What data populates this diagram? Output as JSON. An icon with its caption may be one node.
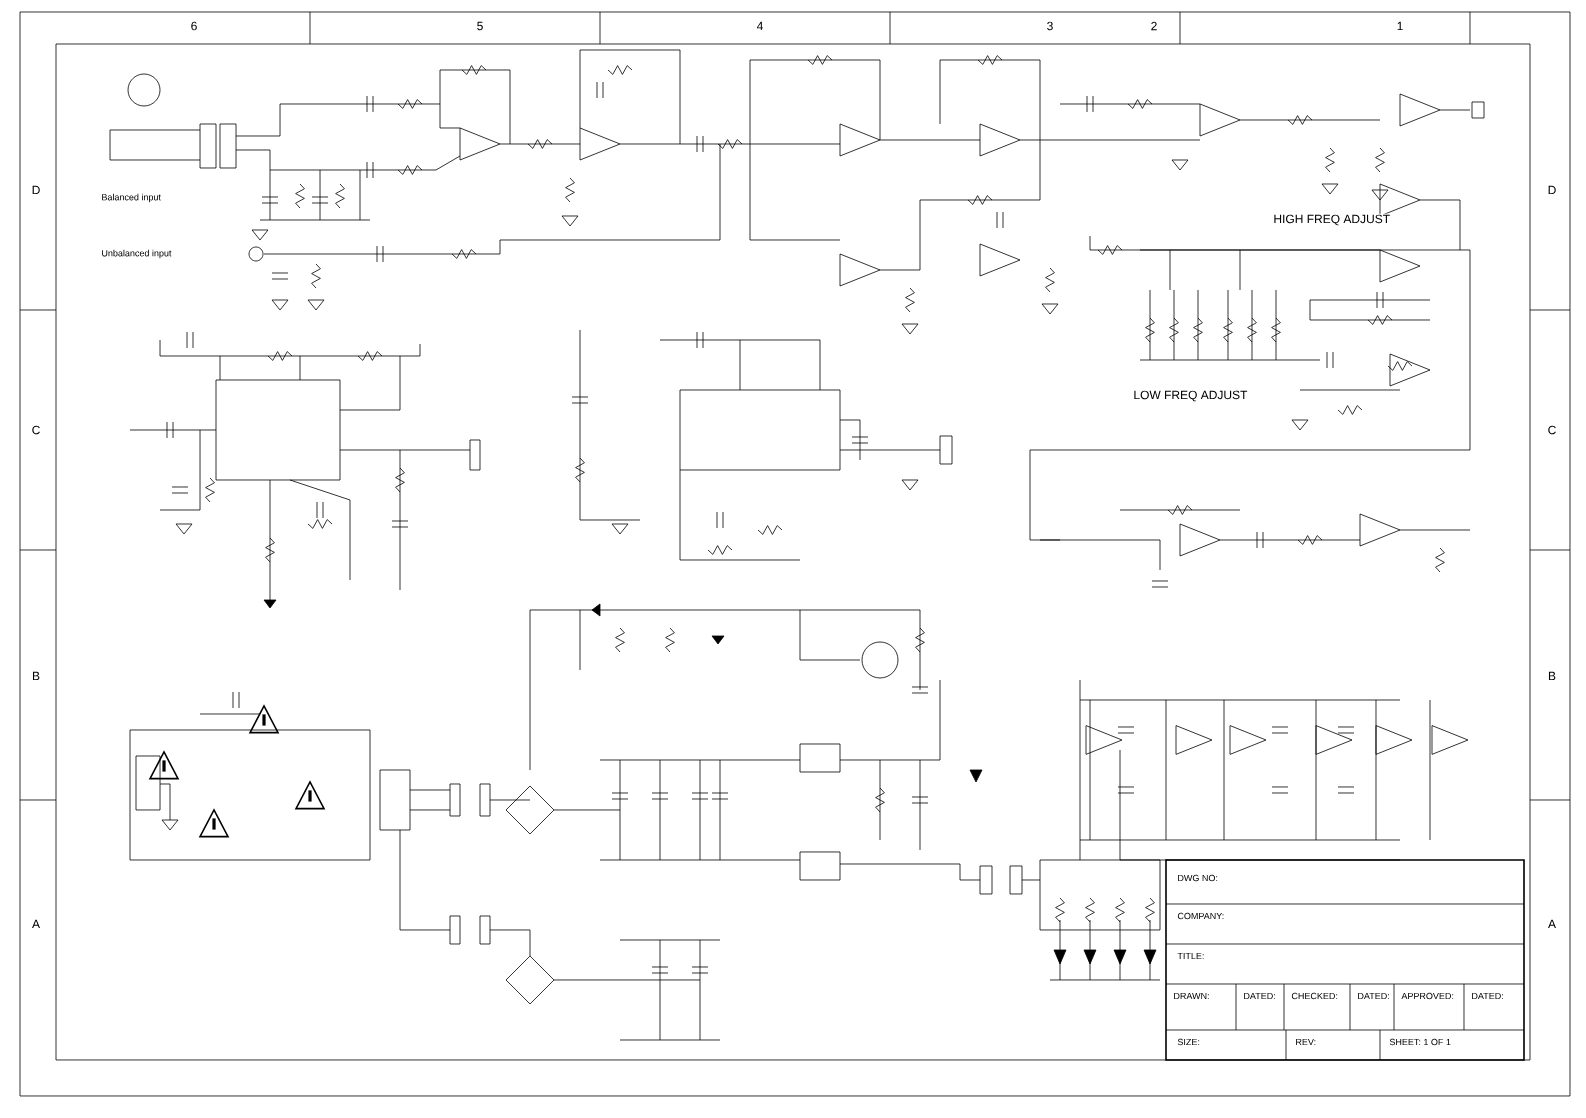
{
  "diagram": {
    "labels": [
      "6",
      "5",
      "4",
      "3",
      "2",
      "1",
      "D",
      "C",
      "B",
      "A",
      "D",
      "C",
      "B",
      "A",
      "Balanced input",
      "Unbalanced input",
      "HIGH FREQ ADJUST",
      "LOW FREQ ADJUST",
      "DWG NO:",
      "COMPANY:",
      "TITLE:",
      "DRAWN:",
      "DATED:",
      "CHECKED:",
      "DATED:",
      "APPROVED:",
      "DATED:",
      "SIZE:",
      "REV:",
      "SHEET: 1 OF 1"
    ]
  }
}
